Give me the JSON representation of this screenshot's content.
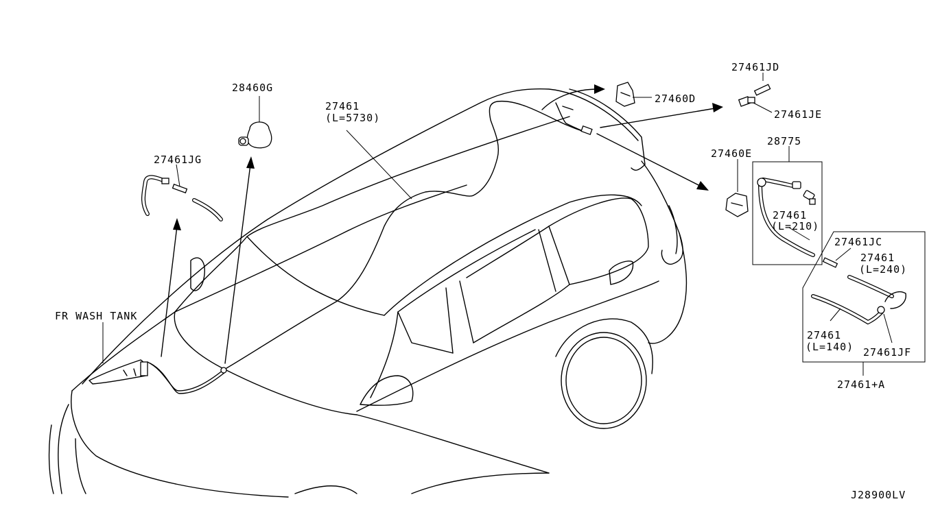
{
  "diagram": {
    "part_labels": {
      "p28460g": "28460G",
      "p27461_main": "27461",
      "p27461_main_len": "(L=5730)",
      "p27461jd": "27461JD",
      "p27460d": "27460D",
      "p27461je": "27461JE",
      "p27460e": "27460E",
      "p28775": "28775",
      "p27461_210": "27461",
      "p27461_210_len": "(L=210)",
      "p27461jc": "27461JC",
      "p27461_240": "27461",
      "p27461_240_len": "(L=240)",
      "p27461_140": "27461",
      "p27461_140_len": "(L=140)",
      "p27461jf": "27461JF",
      "p27461_plus_a": "27461+A",
      "p27461jg": "27461JG",
      "fr_wash_tank": "FR WASH TANK"
    },
    "drawing_code": "J28900LV"
  }
}
